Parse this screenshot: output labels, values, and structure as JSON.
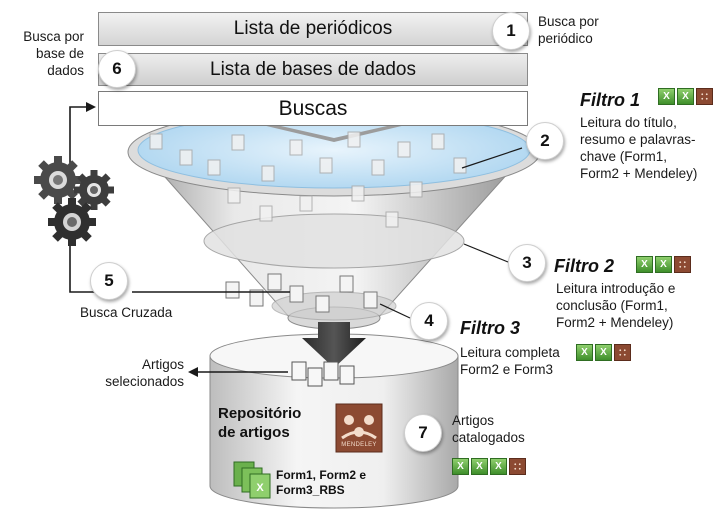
{
  "bars": {
    "periodicos": "Lista de periódicos",
    "bases": "Lista de bases de dados",
    "buscas": "Buscas"
  },
  "steps": [
    "1",
    "2",
    "3",
    "4",
    "5",
    "6",
    "7"
  ],
  "labels": {
    "busca_periodico": [
      "Busca por",
      "periódico"
    ],
    "busca_base": [
      "Busca por",
      "base de",
      "dados"
    ],
    "busca_cruzada": "Busca Cruzada",
    "artigos_selecionados": [
      "Artigos",
      "selecionados"
    ],
    "artigos_catalogados": [
      "Artigos",
      "catalogados"
    ]
  },
  "filters": [
    {
      "title": "Filtro 1",
      "desc": [
        "Leitura do título,",
        "resumo e palavras-",
        "chave (Form1,",
        "Form2 + Mendeley)"
      ]
    },
    {
      "title": "Filtro 2",
      "desc": [
        "Leitura introdução e",
        "conclusão (Form1,",
        "Form2 + Mendeley)"
      ]
    },
    {
      "title": "Filtro 3",
      "desc": [
        "Leitura completa",
        "Form2 e Form3"
      ]
    }
  ],
  "repository": {
    "title": [
      "Repositório",
      "de artigos"
    ],
    "forms": [
      "Form1, Form2 e",
      "Form3_RBS"
    ],
    "logo_text": "MENDELEY"
  },
  "icons": {
    "spreadsheet": "excel-sheet-icon",
    "mendeley": "mendeley-icon",
    "gears": "gears-icon",
    "documents": "document-icon"
  },
  "colors": {
    "water_top": "#d6ecfa",
    "water_edge": "#9fc9e6",
    "funnel": "#e6e6e6",
    "cylinder": "#efefef",
    "mendeley": "#8c4a32",
    "excel": "#3f8f2b"
  }
}
